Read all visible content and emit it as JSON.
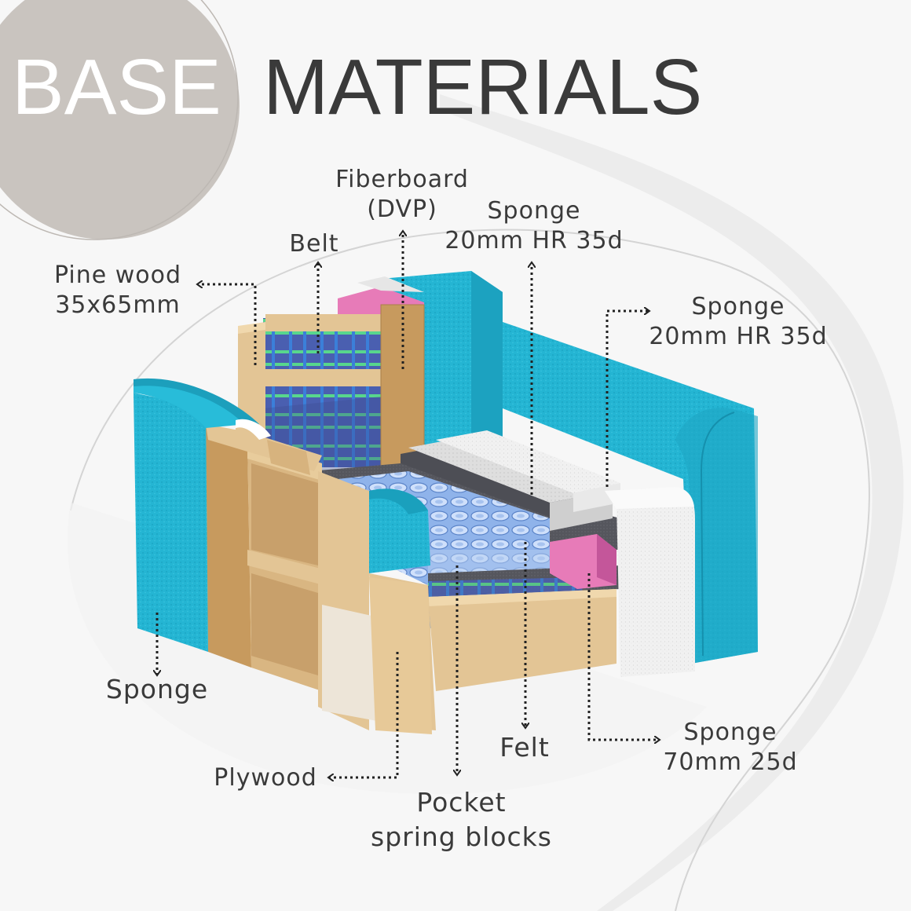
{
  "title": {
    "word1": "BASE",
    "word2": "MATERIALS"
  },
  "labels": {
    "fiberboard": {
      "line1": "Fiberboard",
      "line2": "(DVP)"
    },
    "sponge_back": {
      "line1": "Sponge",
      "line2": "20mm HR 35d"
    },
    "belt": "Belt",
    "pine_wood": {
      "line1": "Pine wood",
      "line2": "35x65mm"
    },
    "sponge_side": {
      "line1": "Sponge",
      "line2": "20mm HR 35d"
    },
    "sponge_arm": "Sponge",
    "plywood": "Plywood",
    "felt": "Felt",
    "sponge_seat": {
      "line1": "Sponge",
      "line2": "70mm 25d"
    },
    "pocket_springs": {
      "line1": "Pocket",
      "line2": "spring blocks"
    }
  },
  "colors": {
    "background": "#f7f7f7",
    "circle": "#c9c4bf",
    "title_light": "#ffffff",
    "title_dark": "#3a3a3a",
    "sponge_blue": "#22b4d2",
    "wood": "#e3c595",
    "fiberboard": "#c79a5e",
    "pink_foam": "#e77bb8",
    "felt": "#5b5b63",
    "springs": "#7fa8e6"
  }
}
